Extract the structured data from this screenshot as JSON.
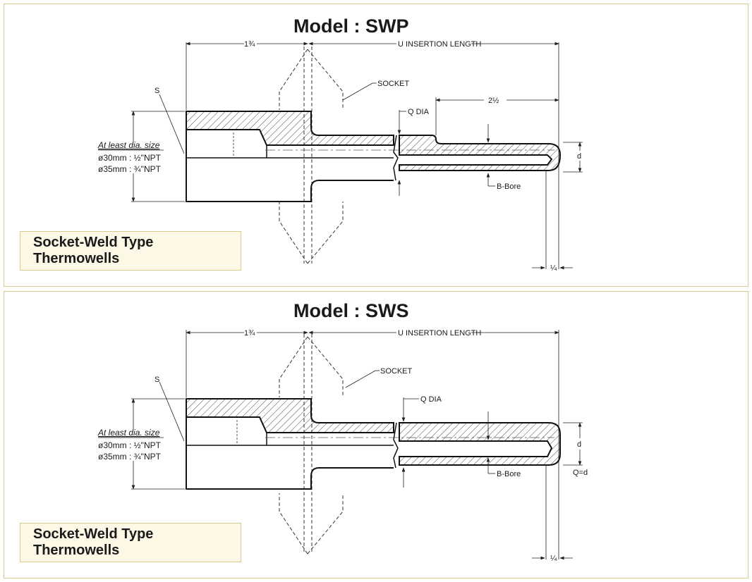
{
  "diagrams": [
    {
      "title": "Model : SWP",
      "dim_shank": "1¾",
      "dim_insertion": "U INSERTION LENGTH",
      "label_socket": "SOCKET",
      "label_s": "S",
      "label_qdia": "Q DIA",
      "dim_taper": "2½",
      "label_d": "d",
      "label_bbore": "B-Bore",
      "label_qd": "",
      "dim_tip": "¼",
      "note_title": "At least dia. size",
      "note_line1": "ø30mm : ½\"NPT",
      "note_line2": "ø35mm : ¾\"NPT",
      "caption": "Socket-Weld Type Thermowells"
    },
    {
      "title": "Model : SWS",
      "dim_shank": "1¾",
      "dim_insertion": "U INSERTION LENGTH",
      "label_socket": "SOCKET",
      "label_s": "S",
      "label_qdia": "Q DIA",
      "dim_taper": "",
      "label_d": "d",
      "label_bbore": "B-Bore",
      "label_qd": "Q=d",
      "dim_tip": "¼",
      "note_title": "At least dia. size",
      "note_line1": "ø30mm : ½\"NPT",
      "note_line2": "ø35mm : ¾\"NPT",
      "caption": "Socket-Weld Type Thermowells"
    }
  ]
}
